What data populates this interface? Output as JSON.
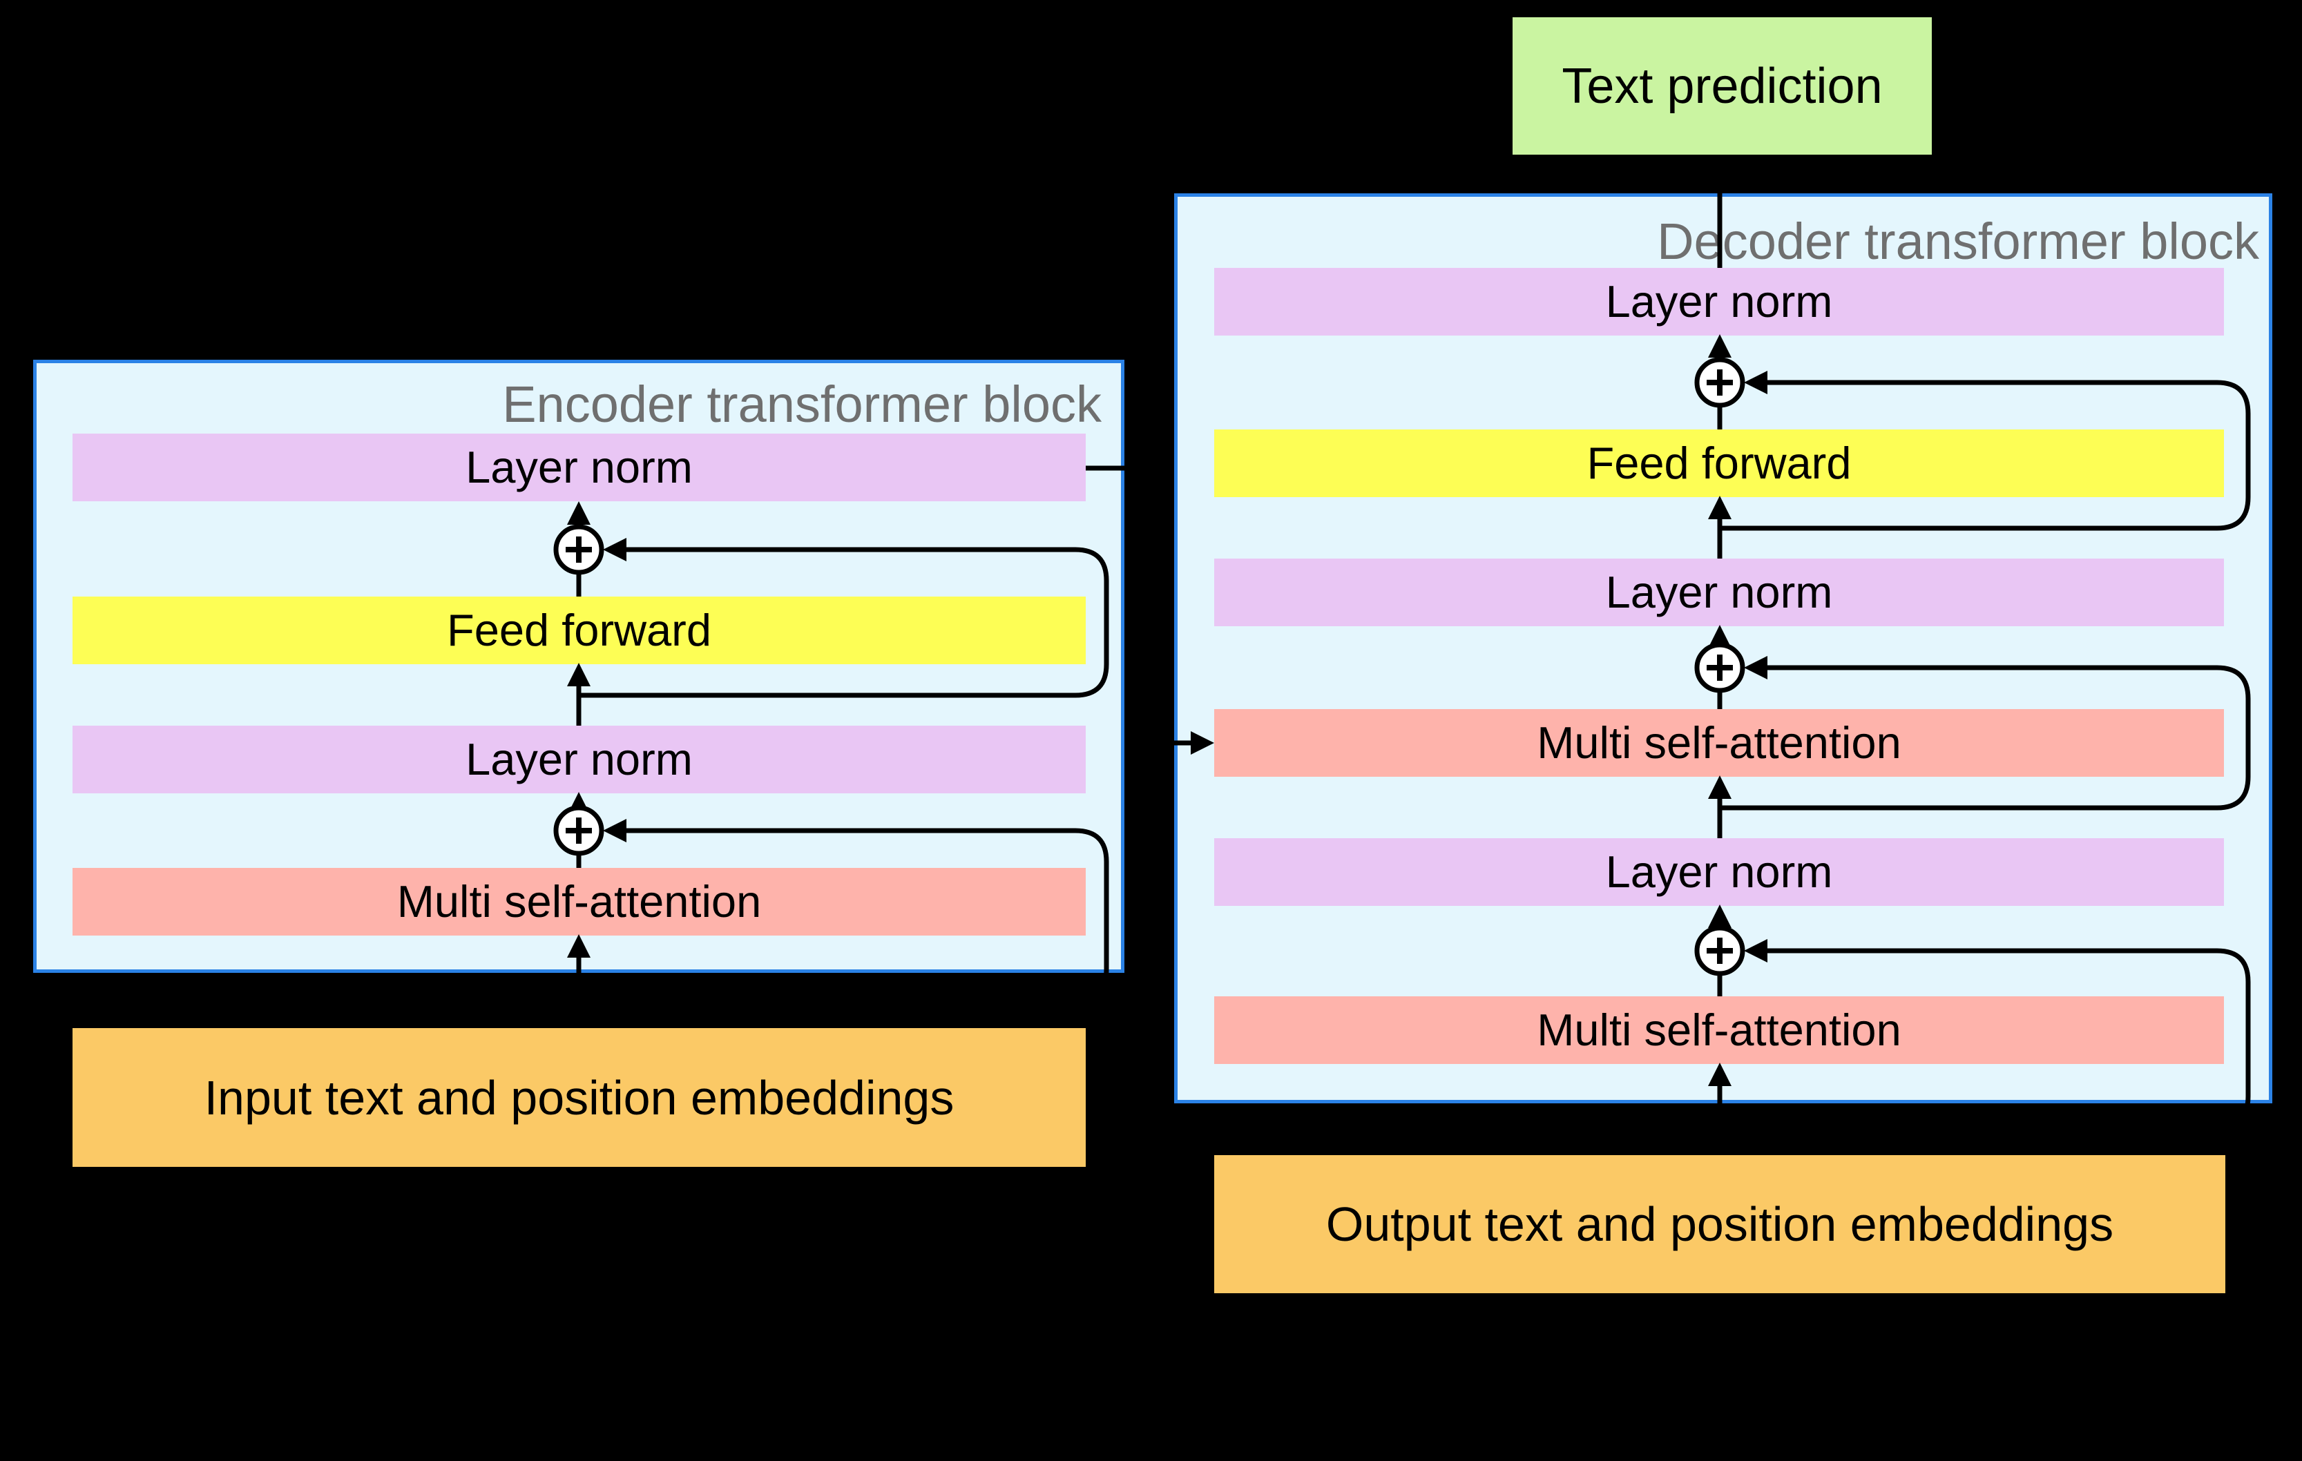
{
  "diagram": {
    "prediction_label": "Text prediction",
    "encoder": {
      "title": "Encoder transformer block",
      "layers": [
        "Layer norm",
        "Feed forward",
        "Layer norm",
        "Multi self-attention"
      ]
    },
    "decoder": {
      "title": "Decoder transformer block",
      "layers": [
        "Layer norm",
        "Feed forward",
        "Layer norm",
        "Multi self-attention",
        "Layer norm",
        "Multi self-attention"
      ]
    },
    "input_embedding_label": "Input text and position embeddings",
    "output_embedding_label": "Output text and position embeddings",
    "icons": {
      "add-icon": "⊕",
      "arrow-icon": "→"
    },
    "colors": {
      "block-bg": "#e4f6fd",
      "block-border": "#2b82e6",
      "purple": "#e9c6f4",
      "yellow": "#fdfe55",
      "pink": "#feb3ab",
      "green": "#caf4a1",
      "orange": "#fbc966",
      "title-gray": "#6f6f6f",
      "line-color": "#000000",
      "circle-fill": "#ffffff"
    }
  }
}
